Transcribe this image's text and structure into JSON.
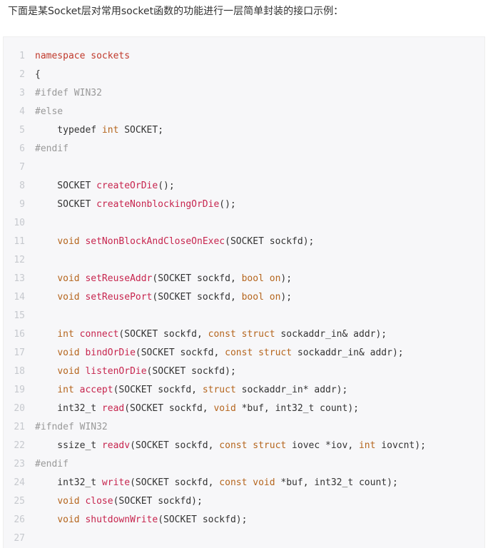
{
  "intro_text": "下面是某Socket层对常用socket函数的功能进行一层简单封装的接口示例：",
  "colors": {
    "keyword": "#c0392b",
    "type": "#b5651d",
    "function": "#c7254e",
    "preprocessor": "#999999",
    "plain": "#333333",
    "line_number": "#c6c9ce",
    "code_background": "#f7f7f9"
  },
  "code_lines": [
    {
      "number": "1",
      "tokens": [
        {
          "text": "namespace",
          "kind": "keyword"
        },
        {
          "text": " ",
          "kind": "plain"
        },
        {
          "text": "sockets",
          "kind": "keyword"
        }
      ]
    },
    {
      "number": "2",
      "tokens": [
        {
          "text": "{",
          "kind": "plain"
        }
      ]
    },
    {
      "number": "3",
      "tokens": [
        {
          "text": "#ifdef WIN32",
          "kind": "pre"
        }
      ]
    },
    {
      "number": "4",
      "tokens": [
        {
          "text": "#else",
          "kind": "pre"
        }
      ]
    },
    {
      "number": "5",
      "tokens": [
        {
          "text": "    typedef ",
          "kind": "plain"
        },
        {
          "text": "int",
          "kind": "type"
        },
        {
          "text": " SOCKET;",
          "kind": "plain"
        }
      ]
    },
    {
      "number": "6",
      "tokens": [
        {
          "text": "#endif",
          "kind": "pre"
        }
      ]
    },
    {
      "number": "7",
      "tokens": []
    },
    {
      "number": "8",
      "tokens": [
        {
          "text": "    SOCKET ",
          "kind": "plain"
        },
        {
          "text": "createOrDie",
          "kind": "func"
        },
        {
          "text": "();",
          "kind": "plain"
        }
      ]
    },
    {
      "number": "9",
      "tokens": [
        {
          "text": "    SOCKET ",
          "kind": "plain"
        },
        {
          "text": "createNonblockingOrDie",
          "kind": "func"
        },
        {
          "text": "();",
          "kind": "plain"
        }
      ]
    },
    {
      "number": "10",
      "tokens": []
    },
    {
      "number": "11",
      "tokens": [
        {
          "text": "    ",
          "kind": "plain"
        },
        {
          "text": "void",
          "kind": "type"
        },
        {
          "text": " ",
          "kind": "plain"
        },
        {
          "text": "setNonBlockAndCloseOnExec",
          "kind": "func"
        },
        {
          "text": "(SOCKET sockfd);",
          "kind": "plain"
        }
      ]
    },
    {
      "number": "12",
      "tokens": []
    },
    {
      "number": "13",
      "tokens": [
        {
          "text": "    ",
          "kind": "plain"
        },
        {
          "text": "void",
          "kind": "type"
        },
        {
          "text": " ",
          "kind": "plain"
        },
        {
          "text": "setReuseAddr",
          "kind": "func"
        },
        {
          "text": "(SOCKET sockfd, ",
          "kind": "plain"
        },
        {
          "text": "bool",
          "kind": "type"
        },
        {
          "text": " ",
          "kind": "plain"
        },
        {
          "text": "on",
          "kind": "type"
        },
        {
          "text": ");",
          "kind": "plain"
        }
      ]
    },
    {
      "number": "14",
      "tokens": [
        {
          "text": "    ",
          "kind": "plain"
        },
        {
          "text": "void",
          "kind": "type"
        },
        {
          "text": " ",
          "kind": "plain"
        },
        {
          "text": "setReusePort",
          "kind": "func"
        },
        {
          "text": "(SOCKET sockfd, ",
          "kind": "plain"
        },
        {
          "text": "bool",
          "kind": "type"
        },
        {
          "text": " ",
          "kind": "plain"
        },
        {
          "text": "on",
          "kind": "type"
        },
        {
          "text": ");",
          "kind": "plain"
        }
      ]
    },
    {
      "number": "15",
      "tokens": []
    },
    {
      "number": "16",
      "tokens": [
        {
          "text": "    ",
          "kind": "plain"
        },
        {
          "text": "int",
          "kind": "type"
        },
        {
          "text": " ",
          "kind": "plain"
        },
        {
          "text": "connect",
          "kind": "func"
        },
        {
          "text": "(SOCKET sockfd, ",
          "kind": "plain"
        },
        {
          "text": "const",
          "kind": "type"
        },
        {
          "text": " ",
          "kind": "plain"
        },
        {
          "text": "struct",
          "kind": "type"
        },
        {
          "text": " sockaddr_in& addr);",
          "kind": "plain"
        }
      ]
    },
    {
      "number": "17",
      "tokens": [
        {
          "text": "    ",
          "kind": "plain"
        },
        {
          "text": "void",
          "kind": "type"
        },
        {
          "text": " ",
          "kind": "plain"
        },
        {
          "text": "bindOrDie",
          "kind": "func"
        },
        {
          "text": "(SOCKET sockfd, ",
          "kind": "plain"
        },
        {
          "text": "const",
          "kind": "type"
        },
        {
          "text": " ",
          "kind": "plain"
        },
        {
          "text": "struct",
          "kind": "type"
        },
        {
          "text": " sockaddr_in& addr);",
          "kind": "plain"
        }
      ]
    },
    {
      "number": "18",
      "tokens": [
        {
          "text": "    ",
          "kind": "plain"
        },
        {
          "text": "void",
          "kind": "type"
        },
        {
          "text": " ",
          "kind": "plain"
        },
        {
          "text": "listenOrDie",
          "kind": "func"
        },
        {
          "text": "(SOCKET sockfd);",
          "kind": "plain"
        }
      ]
    },
    {
      "number": "19",
      "tokens": [
        {
          "text": "    ",
          "kind": "plain"
        },
        {
          "text": "int",
          "kind": "type"
        },
        {
          "text": " ",
          "kind": "plain"
        },
        {
          "text": "accept",
          "kind": "func"
        },
        {
          "text": "(SOCKET sockfd, ",
          "kind": "plain"
        },
        {
          "text": "struct",
          "kind": "type"
        },
        {
          "text": " sockaddr_in* addr);",
          "kind": "plain"
        }
      ]
    },
    {
      "number": "20",
      "tokens": [
        {
          "text": "    int32_t ",
          "kind": "plain"
        },
        {
          "text": "read",
          "kind": "func"
        },
        {
          "text": "(SOCKET sockfd, ",
          "kind": "plain"
        },
        {
          "text": "void",
          "kind": "type"
        },
        {
          "text": " *buf, int32_t count);",
          "kind": "plain"
        }
      ]
    },
    {
      "number": "21",
      "tokens": [
        {
          "text": "#ifndef WIN32",
          "kind": "pre"
        }
      ]
    },
    {
      "number": "22",
      "tokens": [
        {
          "text": "    ssize_t ",
          "kind": "plain"
        },
        {
          "text": "readv",
          "kind": "func"
        },
        {
          "text": "(SOCKET sockfd, ",
          "kind": "plain"
        },
        {
          "text": "const",
          "kind": "type"
        },
        {
          "text": " ",
          "kind": "plain"
        },
        {
          "text": "struct",
          "kind": "type"
        },
        {
          "text": " iovec *iov, ",
          "kind": "plain"
        },
        {
          "text": "int",
          "kind": "type"
        },
        {
          "text": " iovcnt);",
          "kind": "plain"
        }
      ]
    },
    {
      "number": "23",
      "tokens": [
        {
          "text": "#endif",
          "kind": "pre"
        }
      ]
    },
    {
      "number": "24",
      "tokens": [
        {
          "text": "    int32_t ",
          "kind": "plain"
        },
        {
          "text": "write",
          "kind": "func"
        },
        {
          "text": "(SOCKET sockfd, ",
          "kind": "plain"
        },
        {
          "text": "const",
          "kind": "type"
        },
        {
          "text": " ",
          "kind": "plain"
        },
        {
          "text": "void",
          "kind": "type"
        },
        {
          "text": " *buf, int32_t count);",
          "kind": "plain"
        }
      ]
    },
    {
      "number": "25",
      "tokens": [
        {
          "text": "    ",
          "kind": "plain"
        },
        {
          "text": "void",
          "kind": "type"
        },
        {
          "text": " ",
          "kind": "plain"
        },
        {
          "text": "close",
          "kind": "func"
        },
        {
          "text": "(SOCKET sockfd);",
          "kind": "plain"
        }
      ]
    },
    {
      "number": "26",
      "tokens": [
        {
          "text": "    ",
          "kind": "plain"
        },
        {
          "text": "void",
          "kind": "type"
        },
        {
          "text": " ",
          "kind": "plain"
        },
        {
          "text": "shutdownWrite",
          "kind": "func"
        },
        {
          "text": "(SOCKET sockfd);",
          "kind": "plain"
        }
      ]
    },
    {
      "number": "27",
      "tokens": []
    }
  ]
}
